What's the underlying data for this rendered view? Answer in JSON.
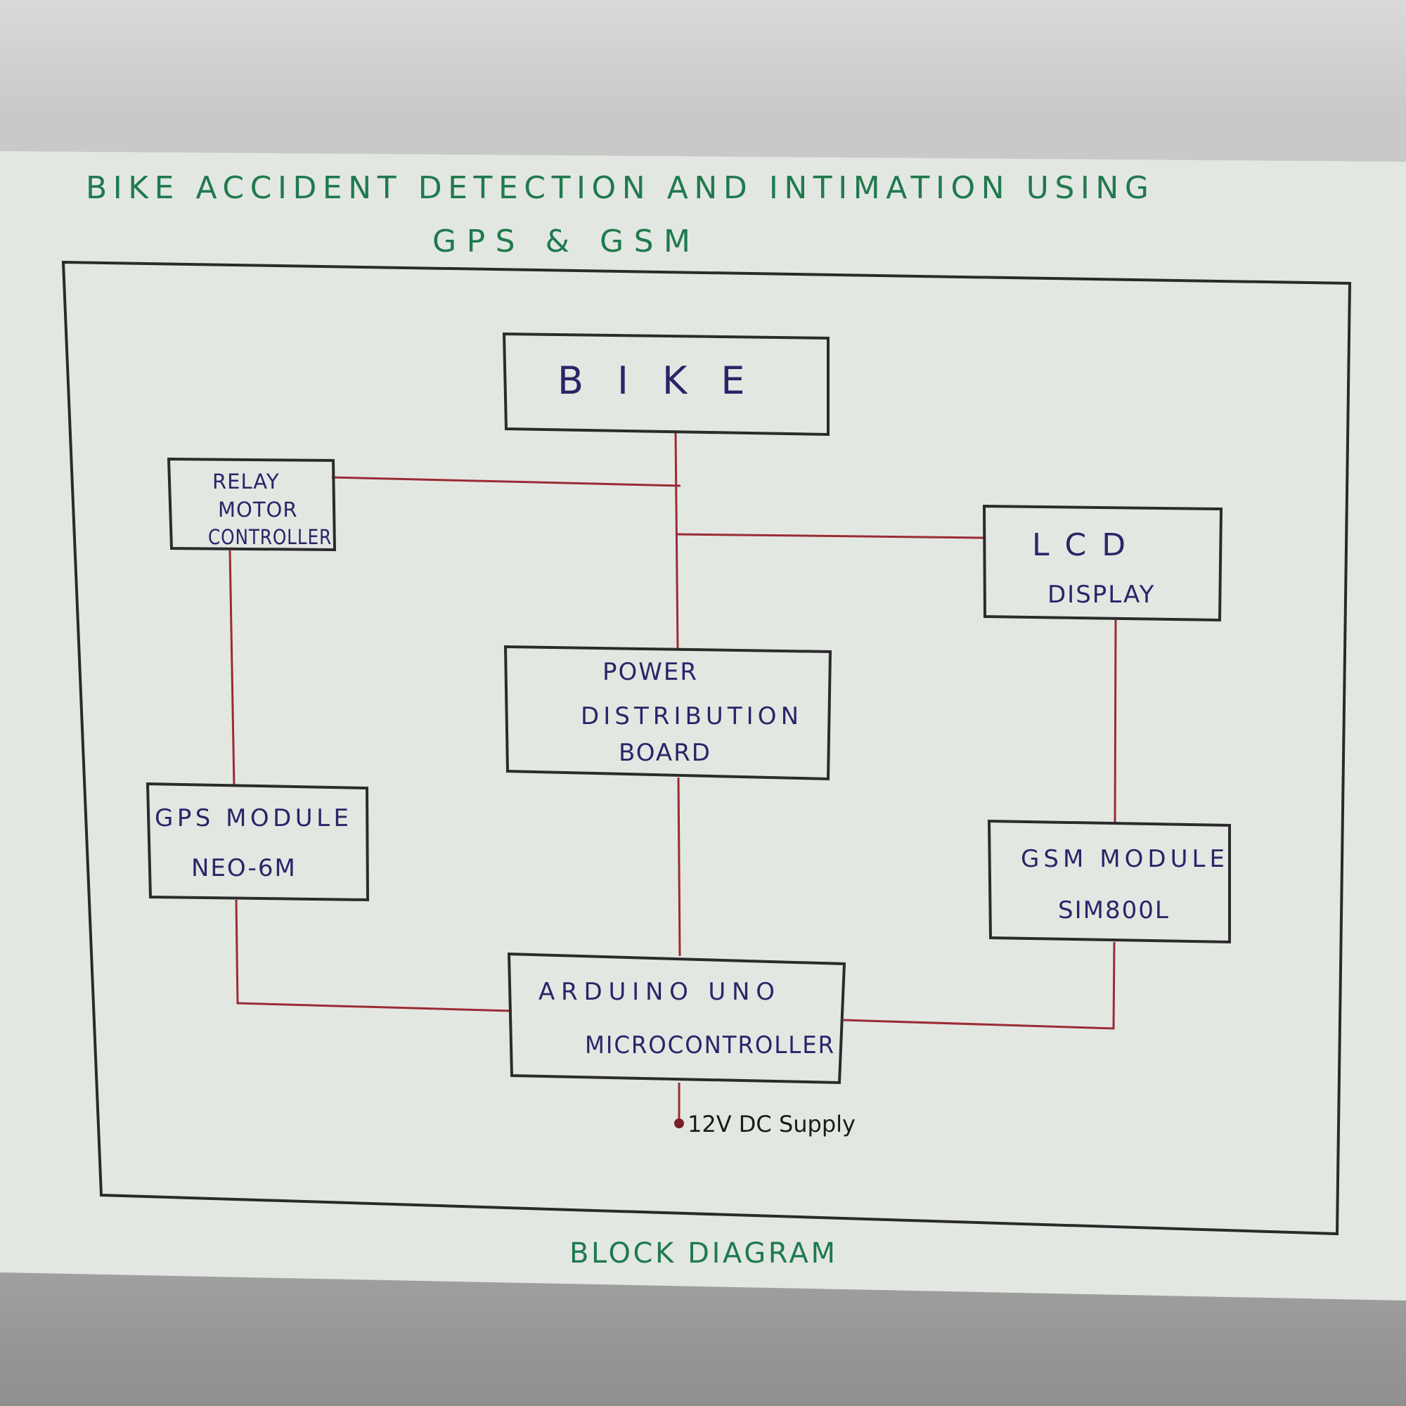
{
  "title": {
    "line1": "BIKE ACCIDENT DETECTION AND INTIMATION USING",
    "line2": "GPS & GSM"
  },
  "caption": "BLOCK DIAGRAM",
  "blocks": {
    "bike": {
      "line1": "BIKE"
    },
    "relay": {
      "line1": "RELAY",
      "line2": "MOTOR",
      "line3": "CONTROLLER"
    },
    "lcd": {
      "line1": "LCD",
      "line2": "DISPLAY"
    },
    "power": {
      "line1": "POWER",
      "line2": "DISTRIBUTION",
      "line3": "BOARD"
    },
    "gps": {
      "line1": "GPS MODULE",
      "line2": "NEO-6M"
    },
    "gsm": {
      "line1": "GSM MODULE",
      "line2": "SIM800L"
    },
    "arduino": {
      "line1": "ARDUINO UNO",
      "line2": "MICROCONTROLLER"
    }
  },
  "supply": "12V DC Supply",
  "colors": {
    "title": "#1f7a4d",
    "block_text": "#2b2468",
    "wire": "#9a2b35",
    "box": "#2b2b2b"
  }
}
